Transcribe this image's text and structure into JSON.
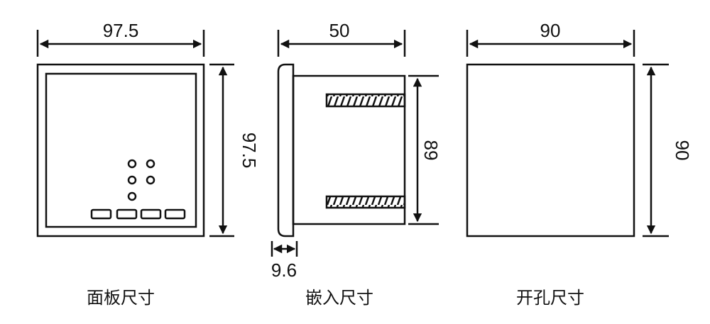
{
  "front_panel": {
    "width_label": "97.5",
    "height_label": "97.5",
    "caption": "面板尺寸"
  },
  "embed": {
    "depth_label": "50",
    "height_label": "89",
    "bezel_label": "9.6",
    "caption": "嵌入尺寸"
  },
  "cutout": {
    "width_label": "90",
    "height_label": "90",
    "caption": "开孔尺寸"
  }
}
